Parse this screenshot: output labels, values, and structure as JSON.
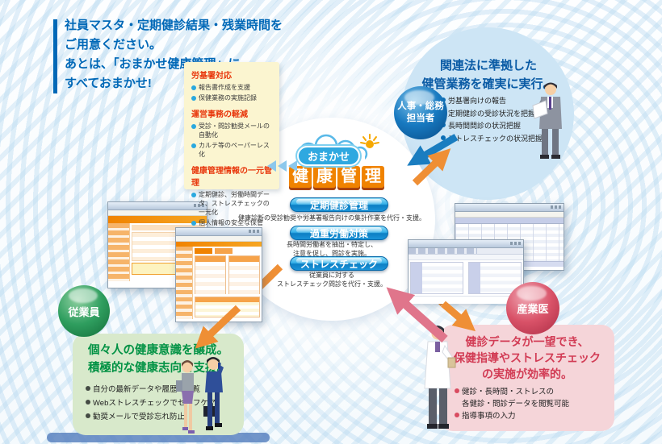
{
  "intro": {
    "lines": [
      "社員マスタ・定期健診結果・残業時間を",
      "ご用意ください。",
      "あとは、「おまかせ健康管理」に",
      "すべておまかせ!"
    ]
  },
  "features_box": {
    "sections": [
      {
        "heading": "労基署対応",
        "items": [
          "報告書作成を支援",
          "保健業務の実施記録"
        ]
      },
      {
        "heading": "運営事務の軽減",
        "items": [
          "受診・問診勧奨メールの自動化",
          "カルテ等のペーパーレス化"
        ]
      },
      {
        "heading": "健康管理情報の一元管理",
        "items": [
          "定期健診、労働時間データ、ストレスチェックの一元化",
          "個人情報の安全な保管"
        ]
      }
    ]
  },
  "hr": {
    "role_lines": [
      "人事・総務",
      "担当者"
    ],
    "title_lines": [
      "関連法に準拠した",
      "健管業務を確実に実行。"
    ],
    "bullets": [
      "労基署向けの報告",
      "定期健診の受診状況を把握",
      "長時間問診の状況把握",
      "ストレスチェックの状況把握"
    ]
  },
  "logo": {
    "badge": "おまかせ",
    "tiles": [
      "健",
      "康",
      "管",
      "理"
    ]
  },
  "services": [
    {
      "label": "定期健診管理",
      "desc_lines": [
        "健康診断の受診勧奨や労基署報告向けの集計作業を代行・支援。"
      ]
    },
    {
      "label": "過重労働対策",
      "desc_lines": [
        "長時間労働者を抽出・特定し、",
        "注意を促し、問診を実施。"
      ]
    },
    {
      "label": "ストレスチェック",
      "desc_lines": [
        "従業員に対する",
        "ストレスチェック問診を代行・支援。"
      ]
    }
  ],
  "employee": {
    "role": "従業員",
    "title_lines": [
      "個々人の健康意識を醸成。",
      "積極的な健康志向を支援。"
    ],
    "bullets": [
      "自分の最新データや履歴の閲覧",
      "Webストレスチェックでセルフケア",
      "勧奨メールで受診忘れ防止"
    ]
  },
  "physician": {
    "role": "産業医",
    "title_lines": [
      "健診データが一望でき、",
      "保健指導やストレスチェック",
      "の実施が効率的。"
    ],
    "bullets": [
      {
        "lines": [
          "健診・長時間・ストレスの",
          "各健診・問診データを閲覧可能"
        ]
      },
      {
        "lines": [
          "指導事項の入力"
        ]
      }
    ]
  },
  "colors": {
    "accent_blue": "#0068b7",
    "accent_orange": "#f08300",
    "heading_red": "#e8380d",
    "hr_title_blue": "#0a5ba5",
    "employee_green": "#019244",
    "physician_red": "#d23c55",
    "arrow_orange": "#ef8f35",
    "arrow_blue": "#1a7dc0",
    "arrow_pink": "#e0758b"
  }
}
